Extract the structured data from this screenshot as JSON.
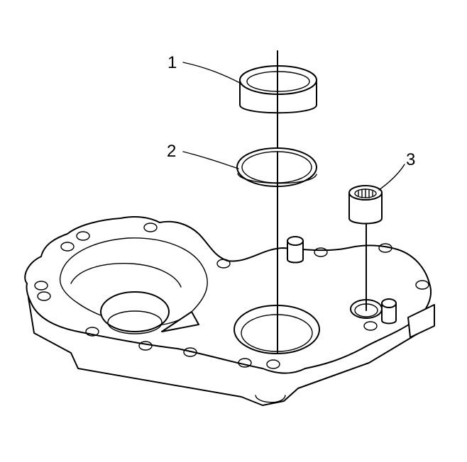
{
  "callouts": [
    {
      "number": "1",
      "part": "bearing-cup"
    },
    {
      "number": "2",
      "part": "snap-ring"
    },
    {
      "number": "3",
      "part": "needle-bearing"
    }
  ],
  "colors": {
    "line": "#000000",
    "background": "#ffffff"
  }
}
